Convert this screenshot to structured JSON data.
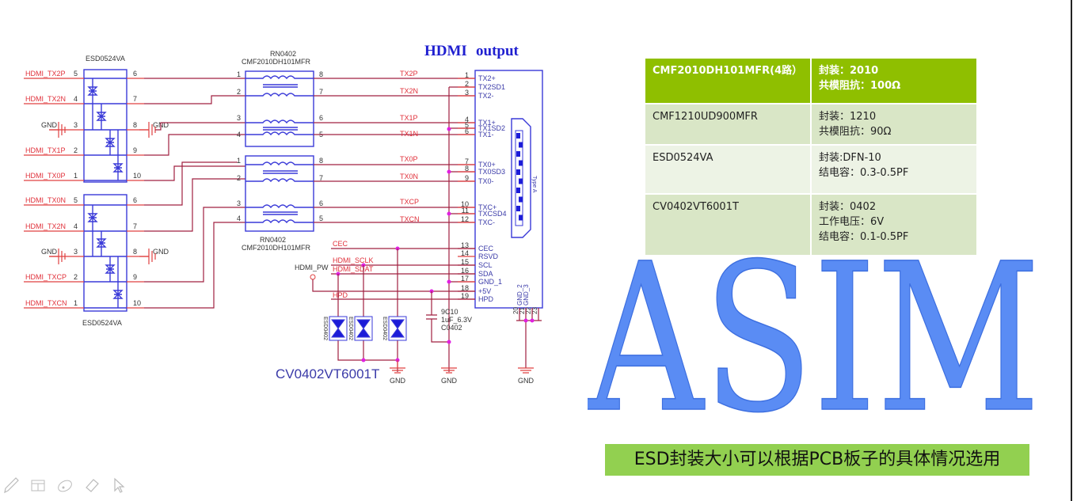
{
  "schematic": {
    "title_left": "HDMI",
    "title_right": "output",
    "esd_top": {
      "part": "ESD0524VA",
      "left_pins": [
        {
          "net": "HDMI_TX2P",
          "pin": "5"
        },
        {
          "net": "HDMI_TX2N",
          "pin": "4"
        },
        {
          "net": "GND",
          "pin": "3"
        },
        {
          "net": "HDMI_TX1P",
          "pin": "2"
        },
        {
          "net": "HDMI_TX0P",
          "pin": "1"
        }
      ],
      "right_pins": [
        "6",
        "7",
        "8",
        "9",
        "10"
      ],
      "right_gnd": "GND"
    },
    "esd_bottom": {
      "part": "ESD0524VA",
      "left_pins": [
        {
          "net": "HDMI_TX0N",
          "pin": "5"
        },
        {
          "net": "HDMI_TX2N",
          "pin": "4"
        },
        {
          "net": "GND",
          "pin": "3"
        },
        {
          "net": "HDMI_TXCP",
          "pin": "2"
        },
        {
          "net": "HDMI_TXCN",
          "pin": "1"
        }
      ],
      "right_pins": [
        "6",
        "7",
        "8",
        "9",
        "10"
      ],
      "right_gnd": "GND"
    },
    "cmf_top": {
      "ref": "RN0402",
      "part": "CMF2010DH101MFR",
      "left_pins": [
        "1",
        "2",
        "3",
        "4"
      ],
      "right_pins": [
        "8",
        "7",
        "6",
        "5"
      ]
    },
    "cmf_bottom": {
      "ref": "RN0402",
      "part": "CMF2010DH101MFR",
      "left_pins": [
        "1",
        "2",
        "3",
        "4"
      ],
      "right_pins": [
        "8",
        "7",
        "6",
        "5"
      ]
    },
    "diff_nets": [
      "TX2P",
      "TX2N",
      "TX1P",
      "TX1N",
      "TX0P",
      "TX0N",
      "TXCP",
      "TXCN"
    ],
    "connector": {
      "pins": [
        {
          "num": "1",
          "name": "TX2+"
        },
        {
          "num": "2",
          "name": "TX2SD1"
        },
        {
          "num": "3",
          "name": "TX2-"
        },
        {
          "num": "4",
          "name": "TX1+"
        },
        {
          "num": "5",
          "name": "TX1SD2"
        },
        {
          "num": "6",
          "name": "TX1-"
        },
        {
          "num": "7",
          "name": "TX0+"
        },
        {
          "num": "8",
          "name": "TX0SD3"
        },
        {
          "num": "9",
          "name": "TX0-"
        },
        {
          "num": "10",
          "name": "TXC+"
        },
        {
          "num": "11",
          "name": "TXCSD4"
        },
        {
          "num": "12",
          "name": "TXC-"
        },
        {
          "num": "13",
          "name": "CEC"
        },
        {
          "num": "14",
          "name": "RSVD"
        },
        {
          "num": "15",
          "name": "SCL"
        },
        {
          "num": "16",
          "name": "SDA"
        },
        {
          "num": "17",
          "name": "GND_1"
        },
        {
          "num": "18",
          "name": "+5V"
        },
        {
          "num": "19",
          "name": "HPD"
        }
      ],
      "bottom_pins": [
        {
          "num": "20",
          "name": "GND_2"
        },
        {
          "num": "21",
          "name": "GND_3"
        },
        {
          "num": "22",
          "name": "22"
        },
        {
          "num": "23",
          "name": "23"
        }
      ],
      "type_label": "Type A"
    },
    "ctrl_nets": {
      "cec": "CEC",
      "sclk": "HDMI_SCLK",
      "sdat": "HDMI_SDAT",
      "pwr": "HDMI_PW",
      "hpd": "HPD"
    },
    "esd_small": {
      "ref": "ESD0402",
      "part_label": "CV0402VT6001T"
    },
    "capacitor": {
      "ref": "9C10",
      "value": "1uF_6.3V",
      "package": "C0402"
    },
    "gnd_label": "GND"
  },
  "spec_table": {
    "rows": [
      {
        "part": "CMF2010DH101MFR(4路）",
        "lines": [
          "封装：2010",
          "共模阻抗：100Ω"
        ]
      },
      {
        "part": "CMF1210UD900MFR",
        "lines": [
          "封装：1210",
          "共模阻抗：90Ω"
        ]
      },
      {
        "part": "ESD0524VA",
        "lines": [
          "封装:DFN-10",
          "结电容：0.3-0.5PF"
        ]
      },
      {
        "part": "CV0402VT6001T",
        "lines": [
          "封装：0402",
          "工作电压：6V",
          "结电容：0.1-0.5PF"
        ]
      }
    ]
  },
  "logo": {
    "text": "ASIM",
    "color": "#5a8cf4"
  },
  "note": {
    "text": "ESD封装大小可以根据PCB板子的具体情况选用",
    "bg": "#92d050"
  },
  "toolbar": {
    "icons": [
      "pen-icon",
      "slide-sorter-icon",
      "highlighter-icon",
      "eraser-icon",
      "pointer-arrow-icon"
    ]
  },
  "colors": {
    "header_green": "#8fbf00",
    "row_light": "#d9e6c6",
    "row_lighter": "#edf3e5",
    "wire": "#a02040",
    "component": "#3a3ad8",
    "junction": "#e020e0"
  }
}
